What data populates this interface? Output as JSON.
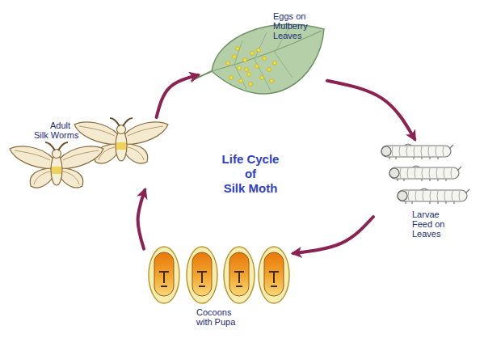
{
  "diagram": {
    "title": "Life Cycle of Silk Moth",
    "nodes": [
      {
        "text": [
          "Eggs on Mulberry Leaves"
        ]
      },
      {
        "text": [
          "Larvae Feed on Leaves"
        ]
      },
      {
        "text": [
          "Cocoons with Pupa"
        ]
      },
      {
        "text": [
          "Adult Silk Worms"
        ]
      }
    ],
    "edges": [
      {
        "from": 0,
        "to": 1,
        "arrow": "to"
      },
      {
        "from": 1,
        "to": 2,
        "arrow": "to"
      },
      {
        "from": 2,
        "to": 3,
        "arrow": "to"
      },
      {
        "from": 3,
        "to": 0,
        "arrow": "to"
      }
    ]
  }
}
